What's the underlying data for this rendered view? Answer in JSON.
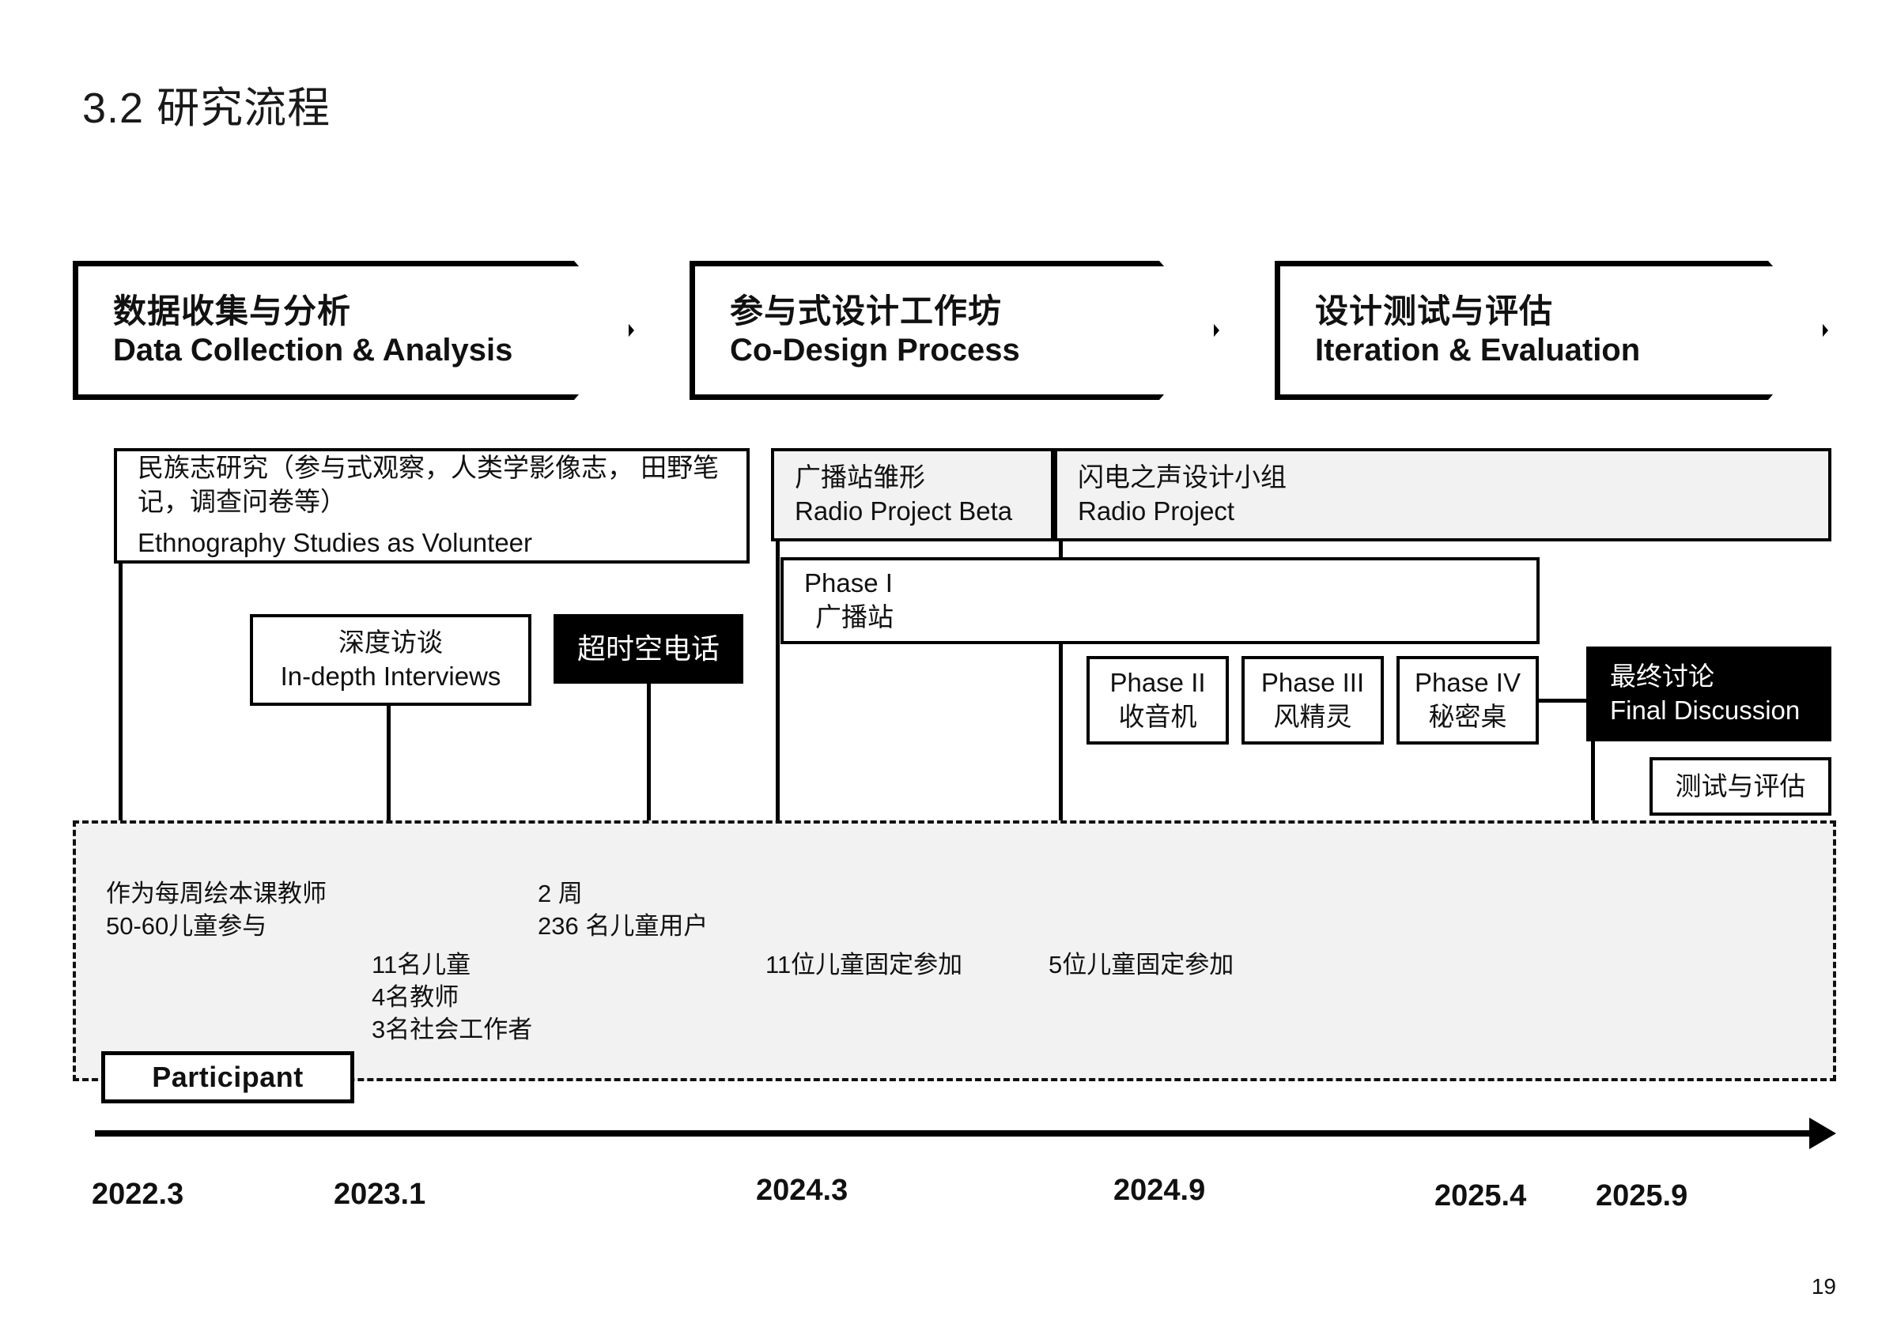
{
  "slide": {
    "title": "3.2 研究流程",
    "page_number": "19"
  },
  "banners": [
    {
      "cn": "数据收集与分析",
      "en": "Data Collection & Analysis"
    },
    {
      "cn": "参与式设计工作坊",
      "en": "Co-Design Process"
    },
    {
      "cn": "设计测试与评估",
      "en": "Iteration & Evaluation"
    }
  ],
  "boxes": {
    "ethnography": {
      "cn": "民族志研究（参与式观察，人类学影像志，\n田野笔记，调查问卷等）",
      "en": "Ethnography Studies as Volunteer"
    },
    "interviews": {
      "cn": "深度访谈",
      "en": "In-depth Interviews"
    },
    "hyper_call": {
      "cn": "超时空电话"
    },
    "radio_beta": {
      "cn": "广播站雏形",
      "en": "Radio Project Beta"
    },
    "radio_project": {
      "cn": "闪电之声设计小组",
      "en": "Radio Project"
    },
    "phase1": {
      "en": "Phase I",
      "cn": "广播站"
    },
    "phase2": {
      "en": "Phase II",
      "cn": "收音机"
    },
    "phase3": {
      "en": "Phase III",
      "cn": "风精灵"
    },
    "phase4": {
      "en": "Phase IV",
      "cn": "秘密桌"
    },
    "final_discussion": {
      "cn": "最终讨论",
      "en": "Final Discussion"
    },
    "test_eval": {
      "cn": "测试与评估"
    }
  },
  "participant": {
    "tag": "Participant",
    "notes": [
      "作为每周绘本课教师\n50-60儿童参与",
      "11名儿童\n4名教师\n3名社会工作者",
      "2 周\n236 名儿童用户",
      "11位儿童固定参加",
      "5位儿童固定参加"
    ]
  },
  "timeline": {
    "labels": [
      "2022.3",
      "2023.1",
      "2024.3",
      "2024.9",
      "2025.4",
      "2025.9"
    ]
  }
}
